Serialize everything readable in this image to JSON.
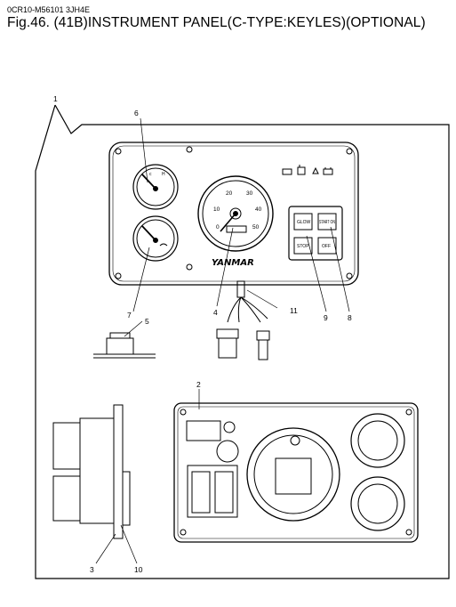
{
  "header": {
    "code": "0CR10-M56101   3JH4E",
    "title": "Fig.46.  (41B)INSTRUMENT PANEL(C-TYPE:KEYLES)(OPTIONAL)"
  },
  "panel": {
    "brand": "YANMAR",
    "tacho_ticks": [
      "0",
      "10",
      "20",
      "30",
      "40",
      "50"
    ],
    "buttons": {
      "glow": "GLOW",
      "start_on": "START ON",
      "stop": "STOP",
      "off": "OFF"
    }
  },
  "callouts": [
    "1",
    "2",
    "3",
    "4",
    "5",
    "6",
    "7",
    "8",
    "9",
    "10",
    "11"
  ]
}
